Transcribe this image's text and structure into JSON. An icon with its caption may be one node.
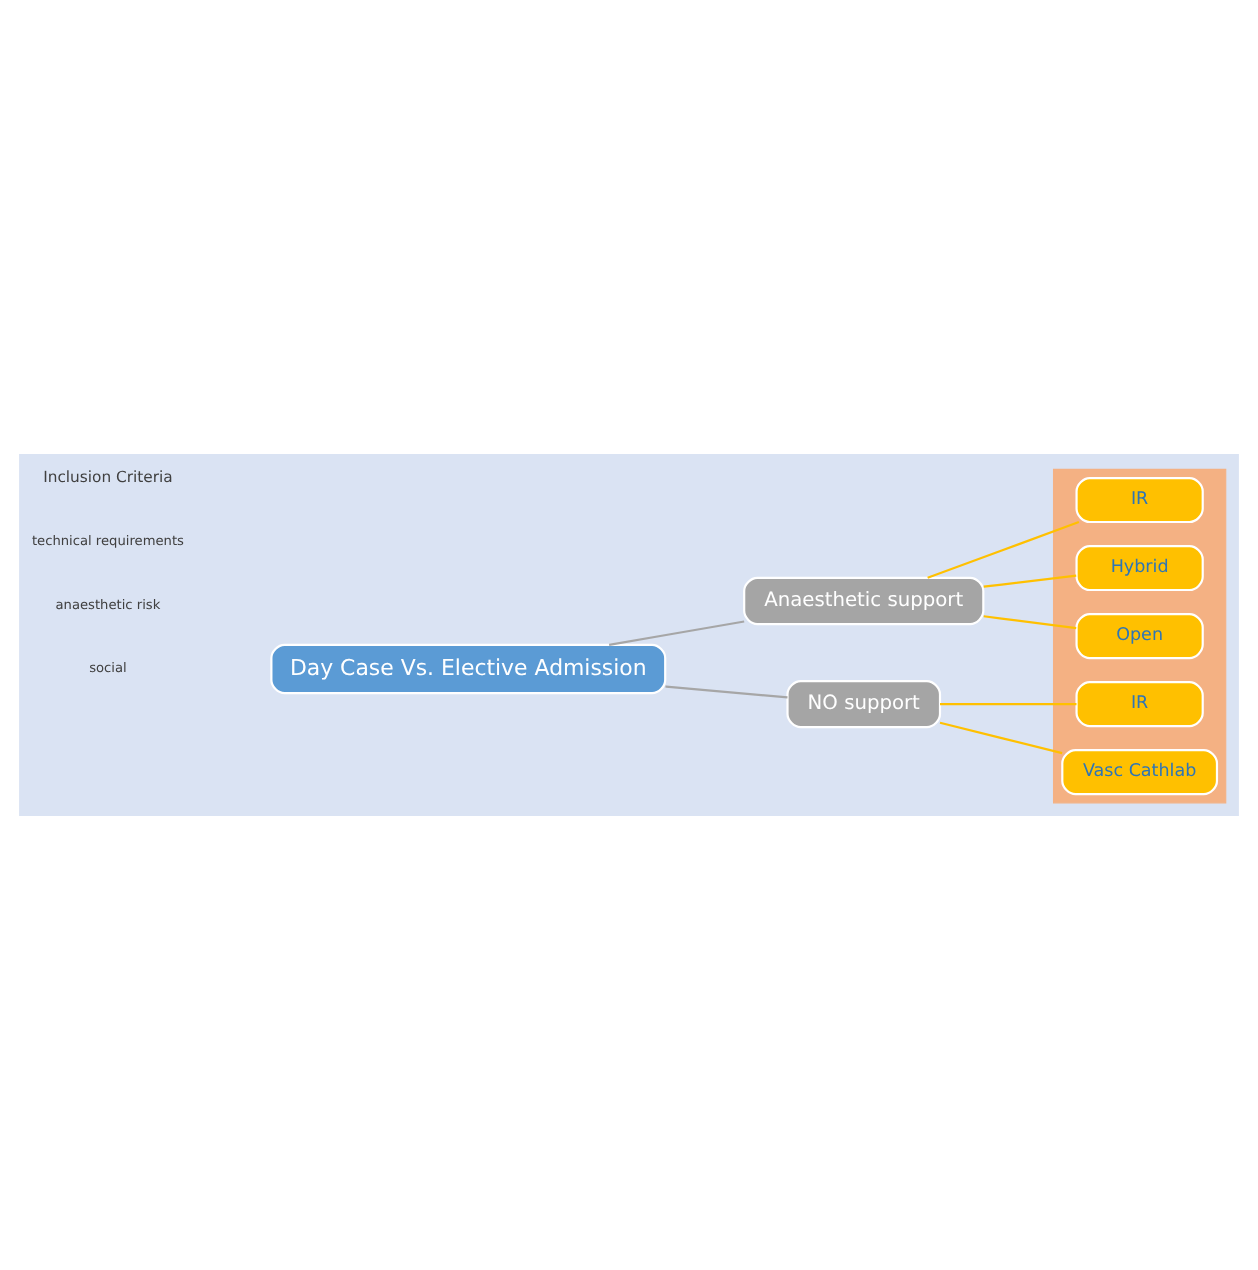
{
  "diagram": {
    "nodes": [
      {
        "text": [
          "Day Case Vs. Elective Admission"
        ]
      },
      {
        "text": [
          "Anaesthetic support"
        ]
      },
      {
        "text": [
          "NO support"
        ]
      },
      {
        "text": [],
        "shape": "box"
      },
      {
        "text": [
          "IR"
        ],
        "in": 3
      },
      {
        "text": [
          "Hybrid"
        ],
        "in": 3
      },
      {
        "text": [
          "Open"
        ],
        "in": 3
      },
      {
        "text": [
          "IR"
        ],
        "in": 3
      },
      {
        "text": [
          "Vasc Cathlab"
        ],
        "in": 3
      }
    ],
    "edges": [
      {
        "from": 0,
        "to": 1,
        "arrow": "none",
        "color": "#a6a6a6"
      },
      {
        "from": 0,
        "to": 2,
        "arrow": "none",
        "color": "#a6a6a6"
      },
      {
        "from": 1,
        "to": 4,
        "arrow": "none"
      },
      {
        "from": 1,
        "to": 5,
        "arrow": "none"
      },
      {
        "from": 1,
        "to": 6,
        "arrow": "none"
      },
      {
        "from": 2,
        "to": 7,
        "arrow": "none"
      },
      {
        "from": 2,
        "to": 8,
        "arrow": "none"
      }
    ],
    "labels": [
      "Inclusion Criteria",
      "technical requirements",
      "anaesthetic risk",
      "social"
    ]
  }
}
